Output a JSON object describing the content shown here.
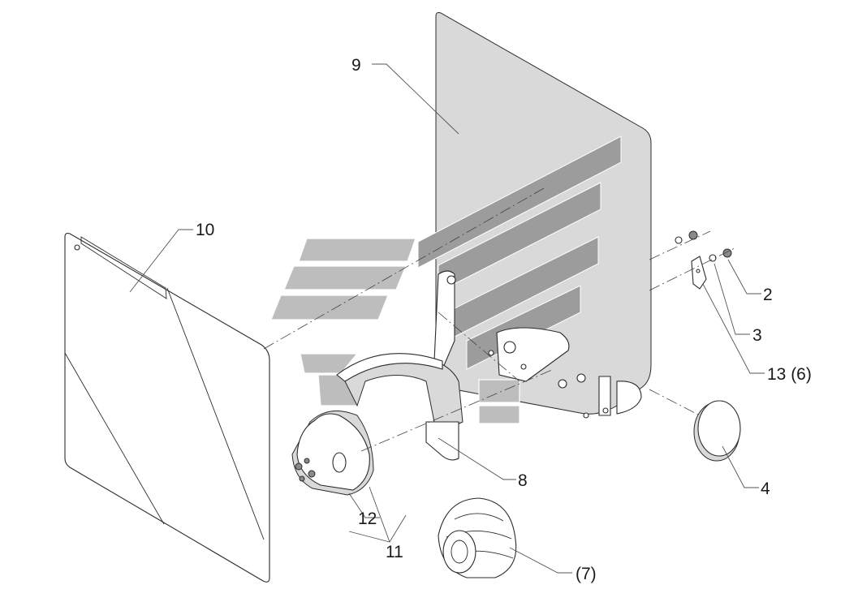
{
  "labels": {
    "l2": "2",
    "l3": "3",
    "l4": "4",
    "l7": "(7)",
    "l8": "8",
    "l9": "9",
    "l10": "10",
    "l11": "11",
    "l12": "12",
    "l13": "13 (6)"
  }
}
